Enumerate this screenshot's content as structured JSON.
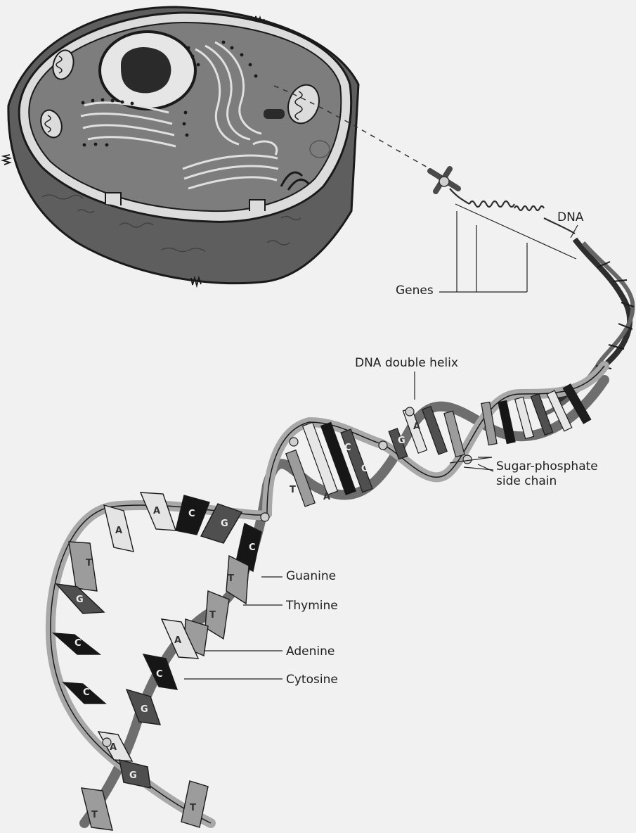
{
  "labels": {
    "dna": "DNA",
    "genes": "Genes",
    "double_helix": "DNA double helix",
    "sugar_phosphate_line1": "Sugar-phosphate",
    "sugar_phosphate_line2": "side chain",
    "guanine": "Guanine",
    "thymine": "Thymine",
    "adenine": "Adenine",
    "cytosine": "Cytosine"
  },
  "bases": {
    "adenine": "A",
    "thymine": "T",
    "guanine": "G",
    "cytosine": "C"
  },
  "colors": {
    "background": "#f1f1f1",
    "cell_outer": "#5e5e5e",
    "cell_rim": "#dcdcdc",
    "cytoplasm": "#7d7d7d",
    "nucleus": "#e6e6e6",
    "nucleolus": "#2a2a2a",
    "backbone": "#9a9a9a",
    "adenine": "#e4e4e4",
    "thymine": "#9c9c9c",
    "guanine": "#4f4f4f",
    "cytosine": "#161616"
  }
}
